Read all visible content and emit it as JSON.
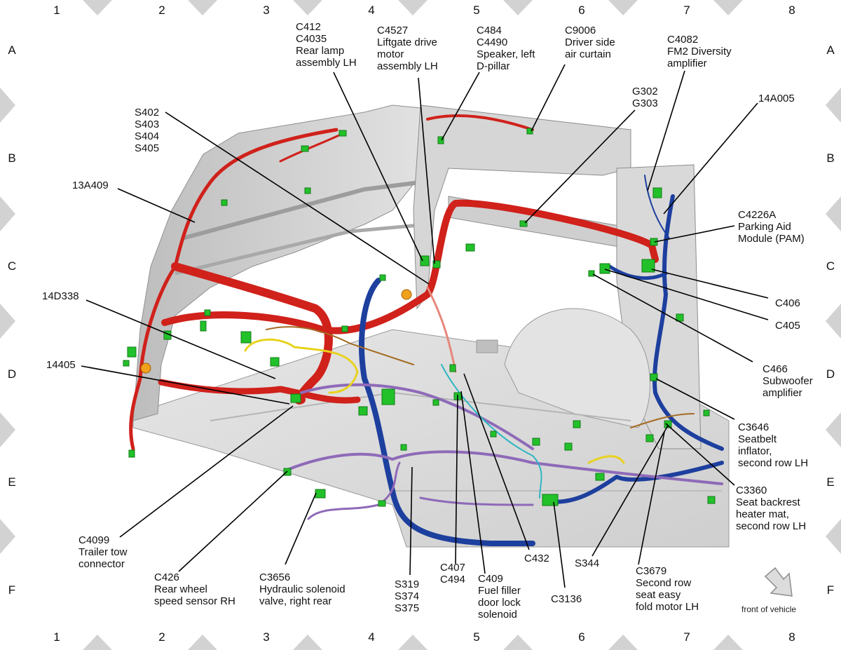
{
  "grid": {
    "columns": [
      "1",
      "2",
      "3",
      "4",
      "5",
      "6",
      "7",
      "8"
    ],
    "rows": [
      "A",
      "B",
      "C",
      "D",
      "E",
      "F"
    ]
  },
  "labels": [
    {
      "id": "c412",
      "text": "C412\nC4035\nRear lamp\nassembly LH"
    },
    {
      "id": "c4527",
      "text": "C4527\nLiftgate drive\nmotor\nassembly LH"
    },
    {
      "id": "c484",
      "text": "C484\nC4490\nSpeaker, left\nD-pillar"
    },
    {
      "id": "c9006",
      "text": "C9006\nDriver side\nair curtain"
    },
    {
      "id": "c4082",
      "text": "C4082\nFM2 Diversity\namplifier"
    },
    {
      "id": "g302",
      "text": "G302\nG303"
    },
    {
      "id": "14a005",
      "text": "14A005"
    },
    {
      "id": "s402",
      "text": "S402\nS403\nS404\nS405"
    },
    {
      "id": "13a409",
      "text": "13A409"
    },
    {
      "id": "c4226a",
      "text": "C4226A\nParking Aid\nModule (PAM)"
    },
    {
      "id": "c406",
      "text": "C406"
    },
    {
      "id": "c405",
      "text": "C405"
    },
    {
      "id": "14d338",
      "text": "14D338"
    },
    {
      "id": "c466",
      "text": "C466\nSubwoofer\namplifier"
    },
    {
      "id": "14405",
      "text": "14405"
    },
    {
      "id": "c3646",
      "text": "C3646\nSeatbelt\ninflator,\nsecond row LH"
    },
    {
      "id": "c3360",
      "text": "C3360\nSeat backrest\nheater mat,\nsecond row LH"
    },
    {
      "id": "c4099",
      "text": "C4099\nTrailer tow\nconnector"
    },
    {
      "id": "c426",
      "text": "C426\nRear wheel\nspeed sensor RH"
    },
    {
      "id": "c3656",
      "text": "C3656\nHydraulic solenoid\nvalve, right rear"
    },
    {
      "id": "s319",
      "text": "S319\nS374\nS375"
    },
    {
      "id": "c407",
      "text": "C407\nC494"
    },
    {
      "id": "c409",
      "text": "C409\nFuel filler\ndoor lock\nsolenoid"
    },
    {
      "id": "c432",
      "text": "C432"
    },
    {
      "id": "c3136",
      "text": "C3136"
    },
    {
      "id": "s344",
      "text": "S344"
    },
    {
      "id": "c3679",
      "text": "C3679\nSecond row\nseat easy\nfold motor LH"
    }
  ],
  "front_of_vehicle": "front of vehicle",
  "colors": {
    "harness_red": "#d0211b",
    "harness_blue": "#1d3f9e",
    "harness_purple": "#8e6ab8",
    "harness_yellow": "#e8d21e",
    "harness_brown": "#a46a22",
    "harness_cyan": "#2fb6c4",
    "connector_green": "#22c12a",
    "body_gray": "#c8c8c8",
    "grid_marker": "#d2d2d2"
  }
}
